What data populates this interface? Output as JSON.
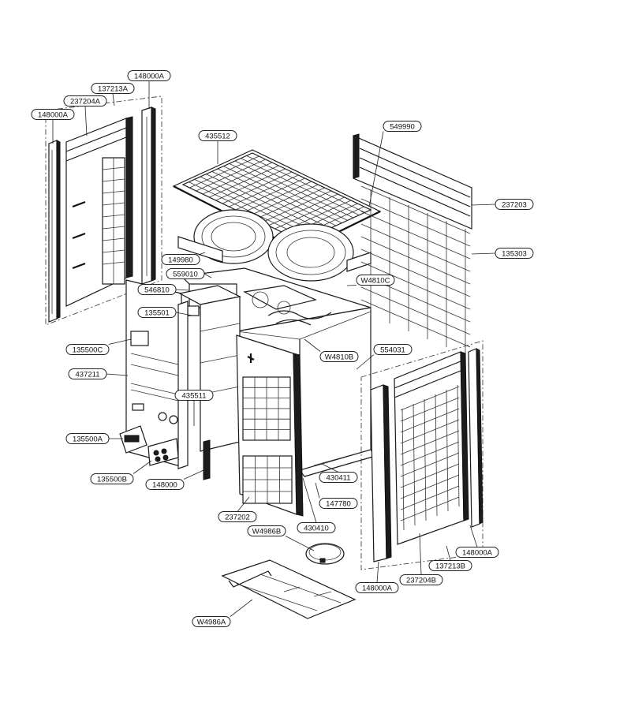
{
  "callouts": [
    {
      "id": "c1",
      "text": "148000A"
    },
    {
      "id": "c2",
      "text": "137213A"
    },
    {
      "id": "c3",
      "text": "237204A"
    },
    {
      "id": "c4",
      "text": "148000A"
    },
    {
      "id": "c5",
      "text": "435512"
    },
    {
      "id": "c6",
      "text": "549990"
    },
    {
      "id": "c7",
      "text": "237203"
    },
    {
      "id": "c8",
      "text": "135303"
    },
    {
      "id": "c9",
      "text": "149980"
    },
    {
      "id": "c10",
      "text": "559010"
    },
    {
      "id": "c11",
      "text": "W4810C"
    },
    {
      "id": "c12",
      "text": "546810"
    },
    {
      "id": "c13",
      "text": "135501"
    },
    {
      "id": "c14",
      "text": "135500C"
    },
    {
      "id": "c15",
      "text": "W4810B"
    },
    {
      "id": "c16",
      "text": "554031"
    },
    {
      "id": "c17",
      "text": "437211"
    },
    {
      "id": "c18",
      "text": "435511"
    },
    {
      "id": "c19",
      "text": "135500A"
    },
    {
      "id": "c20",
      "text": "135500B"
    },
    {
      "id": "c21",
      "text": "148000"
    },
    {
      "id": "c22",
      "text": "430411"
    },
    {
      "id": "c23",
      "text": "147780"
    },
    {
      "id": "c24",
      "text": "237202"
    },
    {
      "id": "c25",
      "text": "430410"
    },
    {
      "id": "c26",
      "text": "W4986B"
    },
    {
      "id": "c27",
      "text": "148000A"
    },
    {
      "id": "c28",
      "text": "137213B"
    },
    {
      "id": "c29",
      "text": "237204B"
    },
    {
      "id": "c30",
      "text": "148000A"
    },
    {
      "id": "c31",
      "text": "W4986A"
    }
  ]
}
